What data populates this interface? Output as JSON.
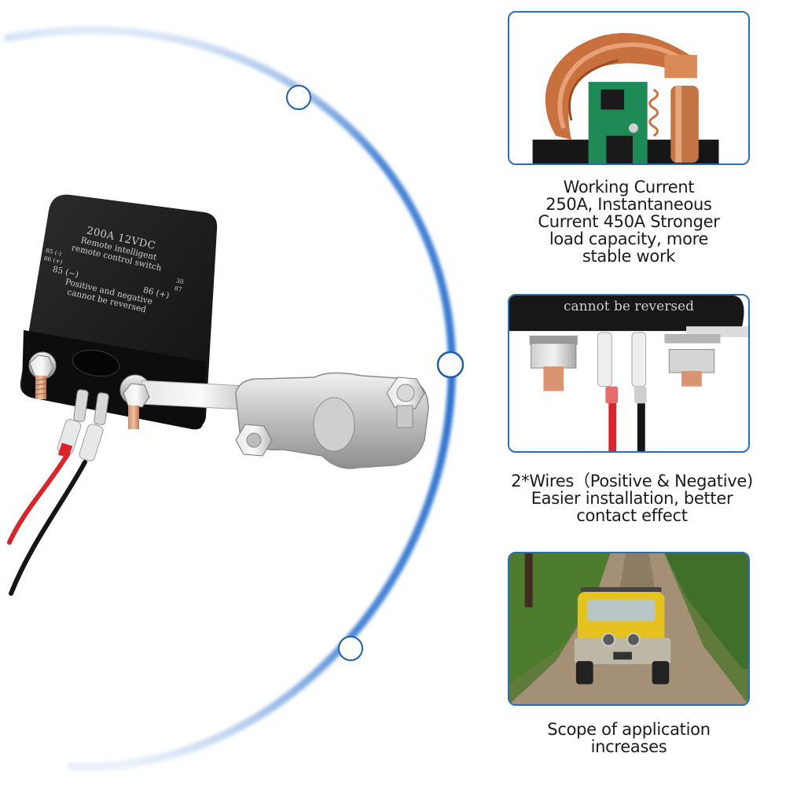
{
  "product": {
    "label_lines": {
      "rating": "200A 12VDC",
      "line1": "Remote intelligent",
      "line2": "remote control switch",
      "pin_85_small": "85 (-)",
      "pin_30": "30",
      "pin_86_small": "86 (+)",
      "pin_87": "87",
      "pin_85_big": "85 (−)",
      "pin_86_big": "86 (+)",
      "warning1": "Positive and negative",
      "warning2": "cannot be reversed"
    },
    "wire_colors": {
      "positive": "#d9252a",
      "negative": "#151515"
    }
  },
  "features": [
    {
      "image": "relay-internal-copper-braid-and-pcb",
      "caption_lines": [
        "Working Current",
        "250A, Instantaneous",
        "Current 450A Stronger",
        "load capacity, more",
        "stable work"
      ]
    },
    {
      "image": "relay-terminals-with-two-wires",
      "inner_text": "cannot be reversed",
      "caption_lines": [
        "2*Wires（Positive & Negative)",
        "Easier installation, better",
        "contact effect"
      ]
    },
    {
      "image": "yellow-suv-on-dirt-road",
      "caption_lines": [
        "Scope of application",
        "increases"
      ]
    }
  ],
  "colors": {
    "accent": "#2f74d0",
    "panel_border": "#2a6db5",
    "relay_body": "#1e1e1e",
    "text": "#1b1b1b"
  }
}
